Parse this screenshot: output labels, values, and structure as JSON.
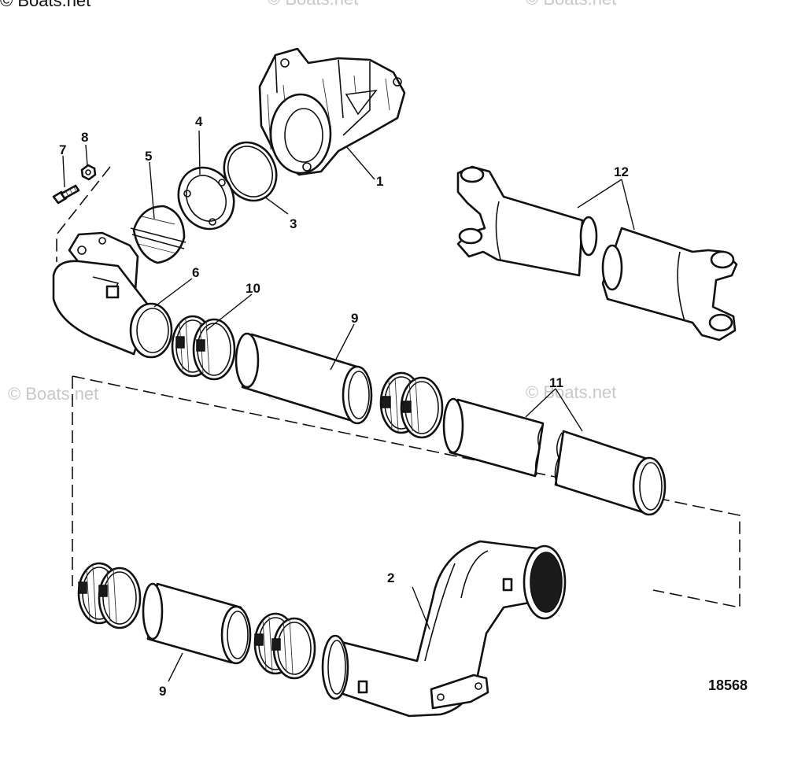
{
  "watermarks": {
    "top_left": "© Boats.net",
    "repeat": "© Boats.net"
  },
  "figure_number": "18568",
  "callouts": [
    "1",
    "2",
    "3",
    "4",
    "5",
    "6",
    "7",
    "8",
    "9",
    "9",
    "10",
    "11",
    "12"
  ]
}
